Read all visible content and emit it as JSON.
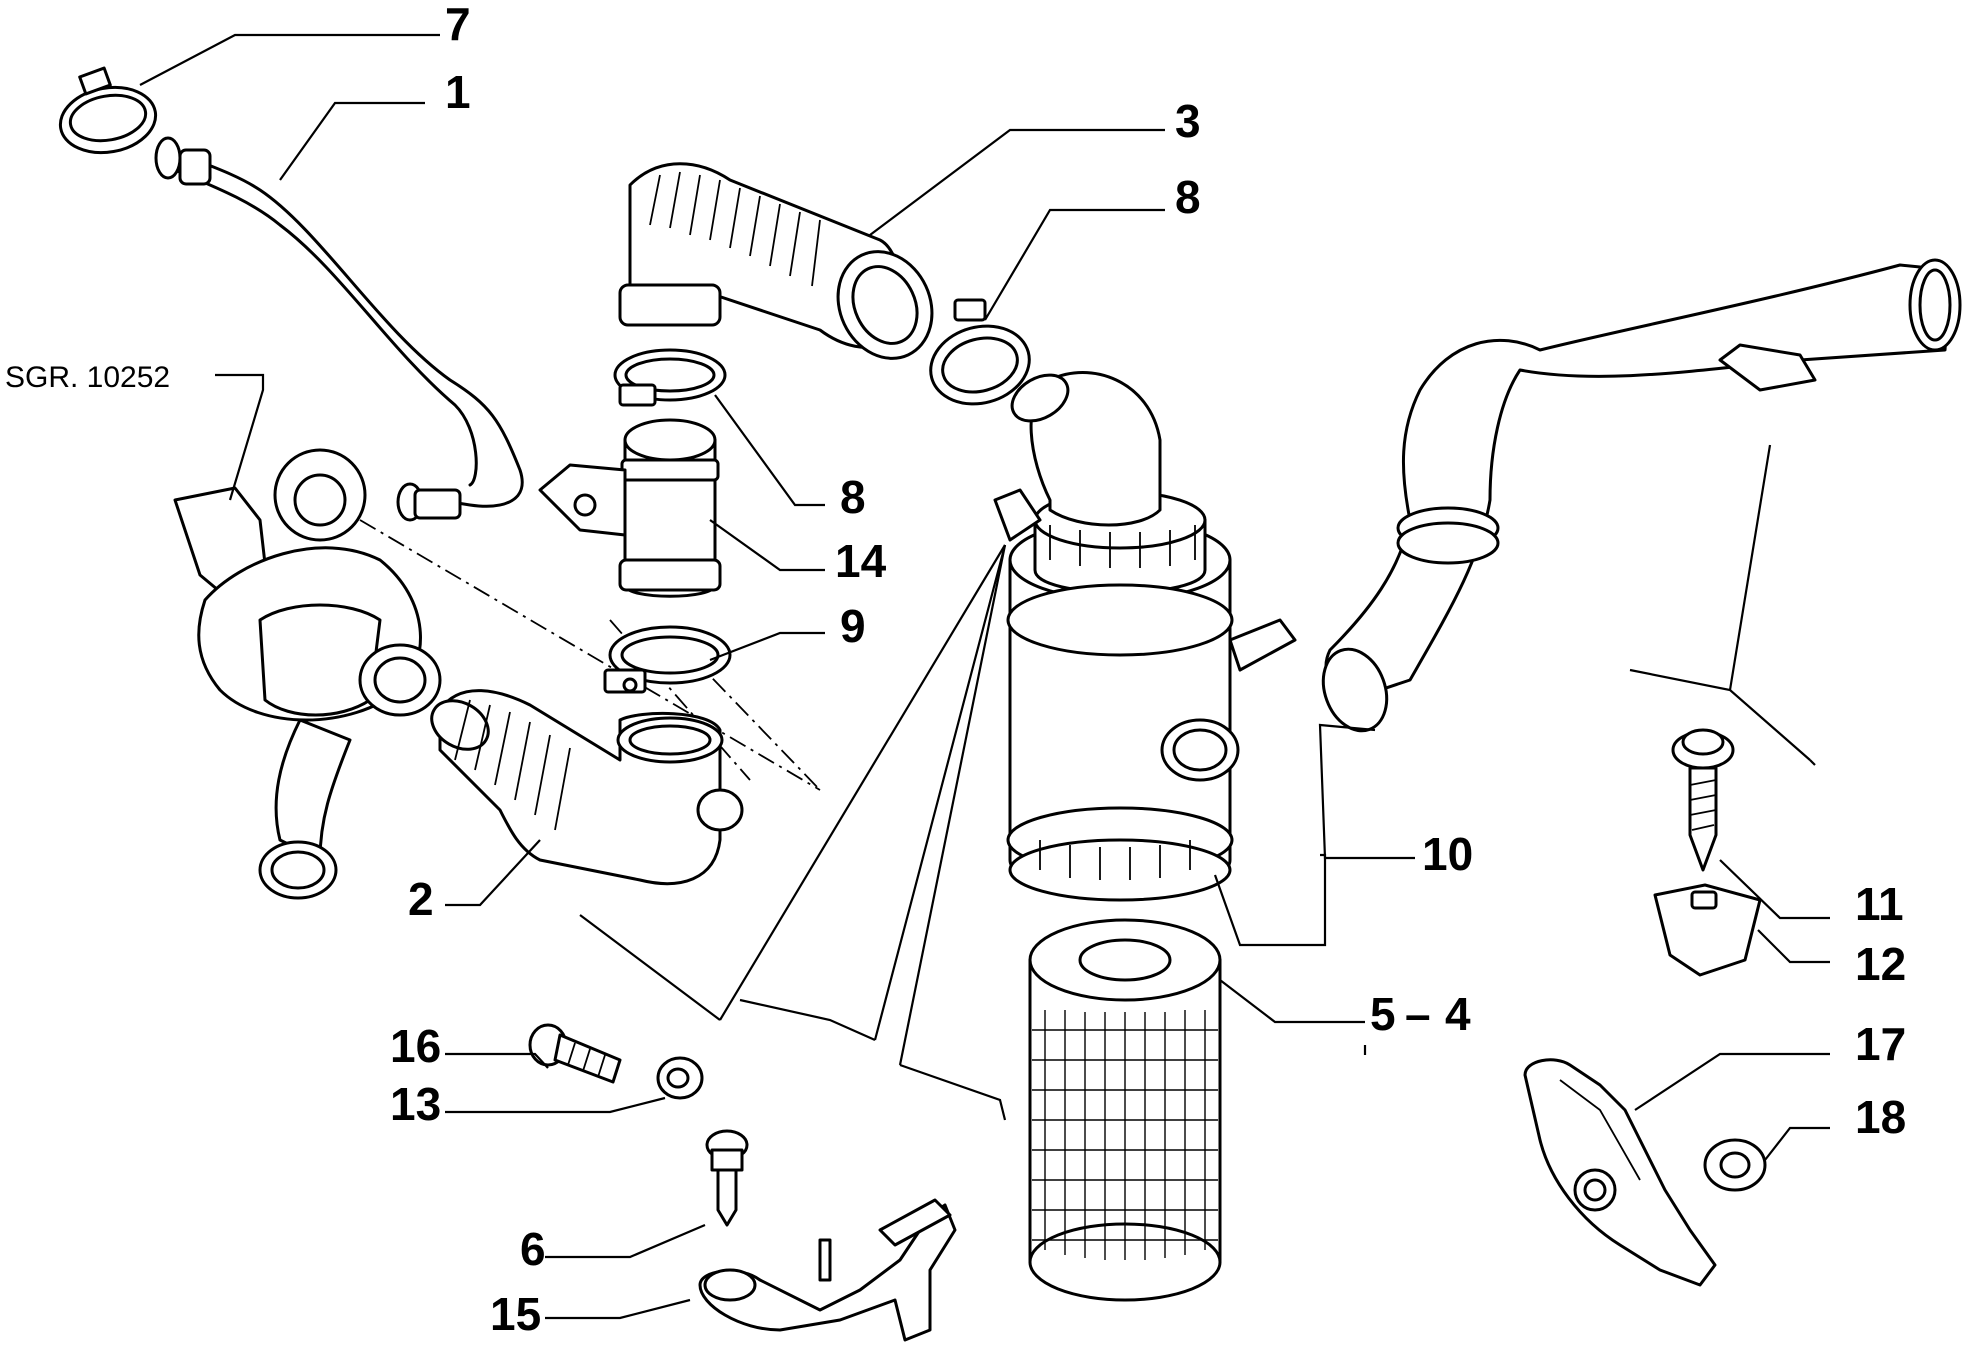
{
  "diagram": {
    "reference_label": "SGR. 10252",
    "callouts": {
      "c1": "1",
      "c2": "2",
      "c3": "3",
      "c4": "4",
      "c5": "5",
      "c6": "6",
      "c7": "7",
      "c8a": "8",
      "c8b": "8",
      "c9": "9",
      "c10": "10",
      "c11": "11",
      "c12": "12",
      "c13": "13",
      "c14": "14",
      "c15": "15",
      "c16": "16",
      "c17": "17",
      "c18": "18",
      "c54_sep": "–"
    }
  }
}
